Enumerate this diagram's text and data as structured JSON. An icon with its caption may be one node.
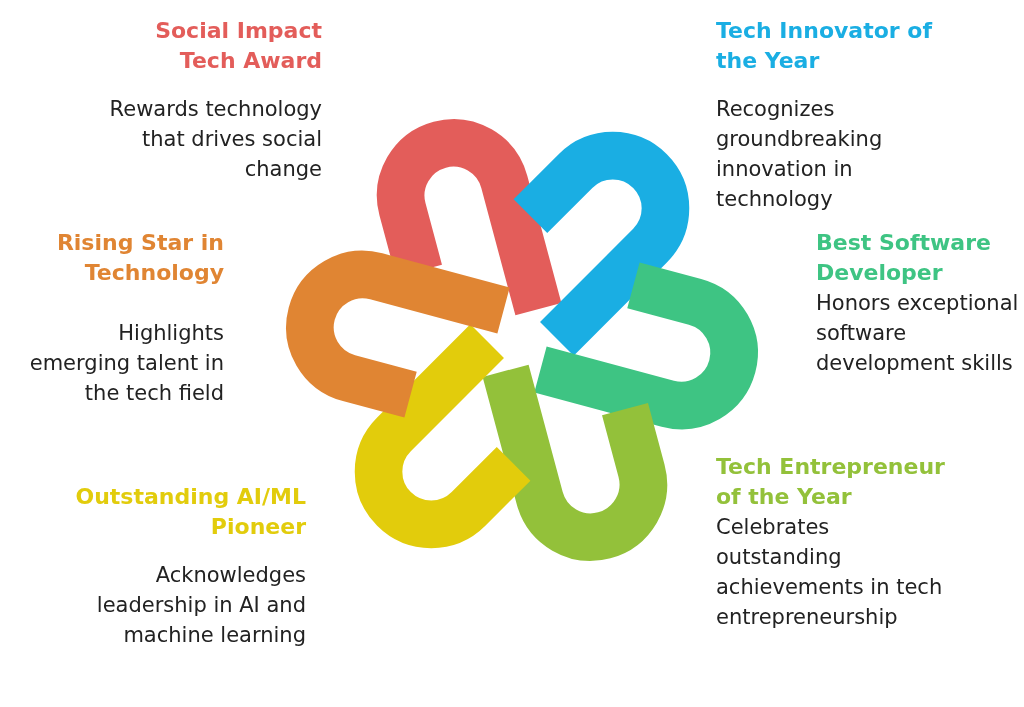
{
  "diagram": {
    "nodes": [
      {
        "text": [
          "Social Impact Tech Award",
          "Rewards technology that drives social change"
        ]
      },
      {
        "text": [
          "Tech Innovator of the Year",
          "Recognizes groundbreaking innovation in technology"
        ]
      },
      {
        "text": [
          "Rising Star in Technology",
          "Highlights emerging talent in the tech field"
        ]
      },
      {
        "text": [
          "Best Software Developer",
          "Honors exceptional software development skills"
        ]
      },
      {
        "text": [
          "Outstanding AI/ML Pioneer",
          "Acknowledges leadership in AI and machine learning"
        ]
      },
      {
        "text": [
          "Tech Entrepreneur of the Year",
          "Celebrates outstanding achievements in tech entrepreneurship"
        ]
      }
    ]
  }
}
